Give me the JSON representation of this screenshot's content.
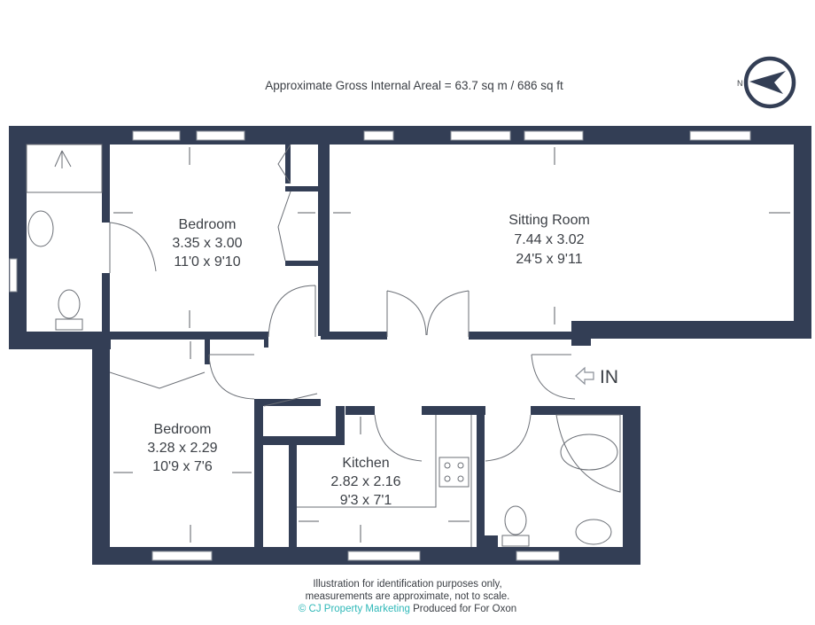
{
  "header": {
    "area_text": "Approximate Gross Internal Areal = 63.7 sq m / 686 sq ft",
    "compass_label": "N"
  },
  "rooms": {
    "bedroom1": {
      "name": "Bedroom",
      "metric": "3.35 x 3.00",
      "imperial": "11'0 x 9'10"
    },
    "sitting": {
      "name": "Sitting Room",
      "metric": "7.44 x 3.02",
      "imperial": "24'5 x 9'11"
    },
    "bedroom2": {
      "name": "Bedroom",
      "metric": "3.28 x 2.29",
      "imperial": "10'9 x 7'6"
    },
    "kitchen": {
      "name": "Kitchen",
      "metric": "2.82 x 2.16",
      "imperial": "9'3 x 7'1"
    }
  },
  "entrance": {
    "label": "IN"
  },
  "footer": {
    "line1": "Illustration for identification purposes only,",
    "line2": "measurements are approximate, not to scale.",
    "brand": "© CJ Property Marketing",
    "produced": "Produced for For Oxon"
  },
  "colors": {
    "wall": "#333e55",
    "fixture": "#5b5f66",
    "accent": "#2fb8b8"
  }
}
